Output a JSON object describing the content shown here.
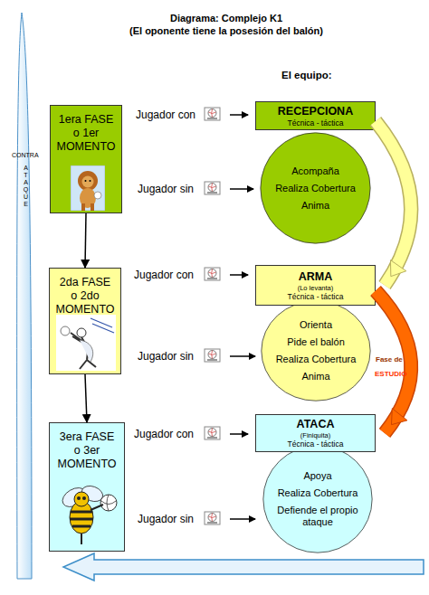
{
  "diagram": {
    "title": "Diagrama: Complejo K1",
    "nodes": [
      {
        "text": [
          "1era FASE o 1er MOMENTO"
        ]
      },
      {
        "text": [
          "RECEPCIONA",
          "Técnica - táctica"
        ]
      },
      {
        "text": [
          "Acompaña",
          "Realiza Cobertura",
          "Anima"
        ]
      },
      {
        "text": [
          "2da FASE o 2do MOMENTO"
        ]
      },
      {
        "text": [
          "ARMA",
          "(Lo levanta)",
          "Técnica - táctica"
        ]
      },
      {
        "text": [
          "Orienta",
          "Pide el balón",
          "Realiza Cobertura",
          "Anima"
        ]
      },
      {
        "text": [
          "3era FASE o 3er MOMENTO"
        ]
      },
      {
        "text": [
          "ATACA",
          "(Finiquita)",
          "Técnica - táctica"
        ]
      },
      {
        "text": [
          "Apoya",
          "Realiza Cobertura",
          "Defiende el propio ataque"
        ]
      }
    ],
    "edges": [
      {
        "from": 0,
        "to": 3,
        "arrow": "to"
      },
      {
        "from": 3,
        "to": 6,
        "arrow": "to"
      },
      {
        "from": 1,
        "to": 4,
        "arrow": "to"
      },
      {
        "from": 4,
        "to": 7,
        "arrow": "to"
      }
    ],
    "labels": [
      "(El oponente tiene la posesión del balón)",
      "El equipo:",
      "CONTRA",
      "ATAQUE",
      "Jugador con",
      "Jugador sin",
      "Jugador con",
      "Jugador sin",
      "Jugador con",
      "Jugador sin",
      "Fase de",
      "ESTUDIO"
    ]
  }
}
